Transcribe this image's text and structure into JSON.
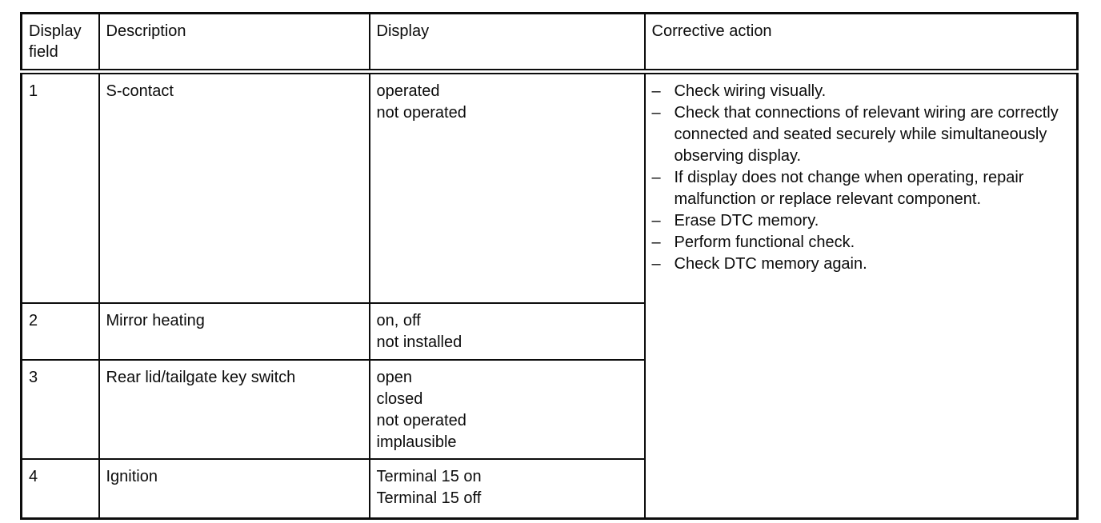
{
  "table": {
    "headers": [
      "Display field",
      "Description",
      "Display",
      "Corrective action"
    ],
    "rows": [
      {
        "field": "1",
        "description": "S-contact",
        "display": [
          "operated",
          "not operated"
        ]
      },
      {
        "field": "2",
        "description": "Mirror heating",
        "display": [
          "on, off",
          "not installed"
        ]
      },
      {
        "field": "3",
        "description": "Rear lid/tailgate key switch",
        "display": [
          "open",
          "closed",
          "not operated",
          "implausible"
        ]
      },
      {
        "field": "4",
        "description": "Ignition",
        "display": [
          "Terminal 15 on",
          "Terminal 15 off"
        ]
      }
    ],
    "bullet_char": "–",
    "corrective_actions": [
      "Check wiring visually.",
      "Check that connections of relevant wiring are correctly connected and seated securely while simultaneously observing display.",
      "If display does not change when operating, repair malfunction or replace relevant component.",
      "Erase DTC memory.",
      "Perform functional check.",
      "Check DTC memory again."
    ]
  }
}
